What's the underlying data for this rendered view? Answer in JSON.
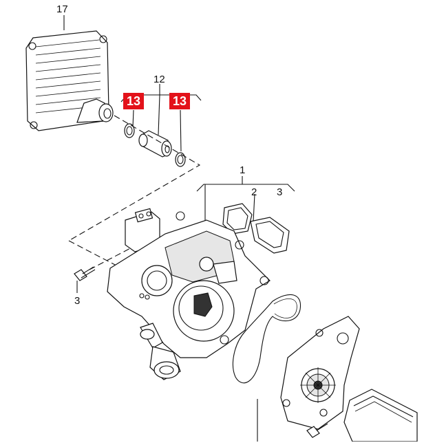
{
  "labels": {
    "oil_cooler": "17",
    "connector": "12",
    "seal_left": "13",
    "seal_right": "13",
    "thermostat_housing": "1",
    "gasket": "2",
    "bolt_upper": "3",
    "bolt_lower": "3"
  },
  "colors": {
    "highlight": "#e3121a",
    "line": "#111111",
    "background": "#ffffff"
  }
}
